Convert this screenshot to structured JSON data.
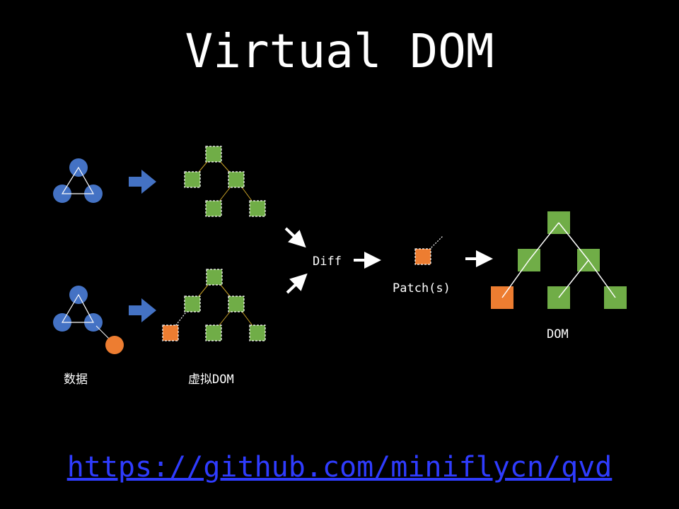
{
  "title": "Virtual DOM",
  "labels": {
    "data": "数据",
    "vdom": "虚拟DOM",
    "diff": "Diff",
    "patch": "Patch(s)",
    "dom": "DOM"
  },
  "link": "https://github.com/miniflycn/qvd",
  "colors": {
    "background": "#000000",
    "data_node": "#4472c4",
    "vdom_node": "#70ad47",
    "changed_node": "#ed7d31",
    "vdom_edge": "#c9a227",
    "arrow_blue": "#4472c4",
    "arrow_white": "#ffffff",
    "link": "#2f3cff"
  }
}
